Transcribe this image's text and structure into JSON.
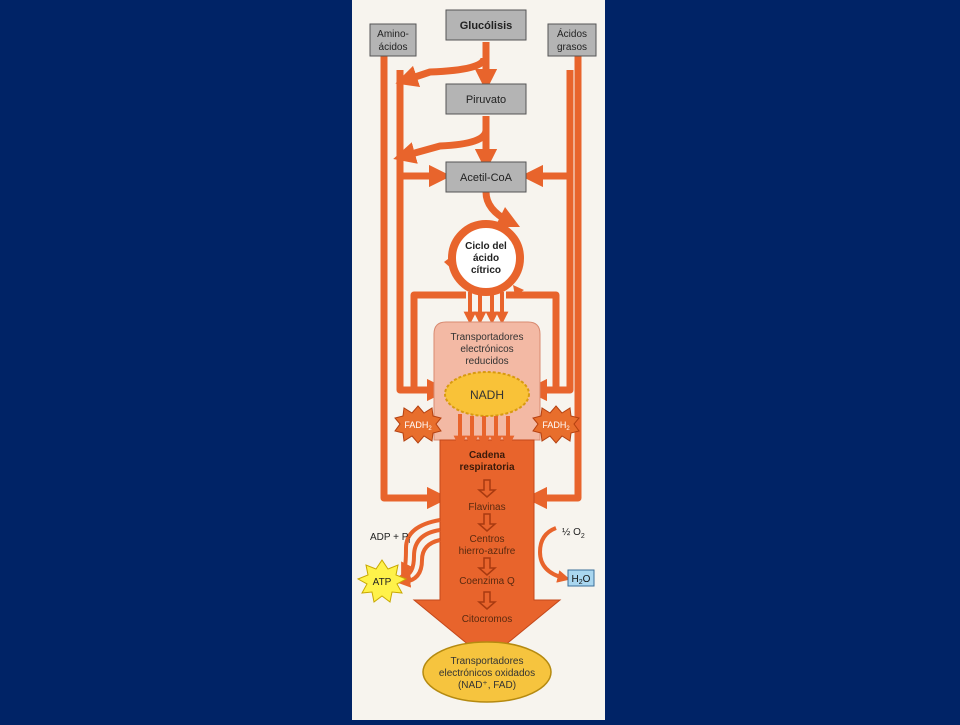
{
  "colors": {
    "background": "#002366",
    "paper": "#f7f4ee",
    "arrow": "#e8642c",
    "arrow_dark": "#c4471a",
    "box_gray": "#b4b4b4",
    "carrier_region": "#f3b9a4",
    "nadh": "#f9c238",
    "fadh": "#e86e2c",
    "atp": "#fff24a",
    "water": "#a9d6ef",
    "oxidized": "#f6c43e"
  },
  "boxes": {
    "glucolisis": "Glucólisis",
    "aminoacidos_1": "Amino-",
    "aminoacidos_2": "ácidos",
    "acidos_grasos_1": "Ácidos",
    "acidos_grasos_2": "grasos",
    "piruvato": "Piruvato",
    "acetil_coa": "Acetil-CoA"
  },
  "cycle": {
    "line1": "Ciclo del",
    "line2": "ácido",
    "line3": "cítrico"
  },
  "carriers_reduced": {
    "line1": "Transportadores",
    "line2": "electrónicos",
    "line3": "reducidos"
  },
  "nadh": "NADH",
  "fadh": "FADH",
  "fadh_sub": "2",
  "chain": {
    "title_1": "Cadena",
    "title_2": "respiratoria",
    "flavinas": "Flavinas",
    "centros_1": "Centros",
    "centros_2": "hierro-azufre",
    "coenzima": "Coenzima Q",
    "citocromos": "Citocromos"
  },
  "adp": {
    "text": "ADP + P",
    "sub": "i"
  },
  "atp": "ATP",
  "oxygen": {
    "text": "½ O",
    "sub": "2"
  },
  "water": {
    "h": "H",
    "sub": "2",
    "o": "O"
  },
  "carriers_oxidized": {
    "line1": "Transportadores",
    "line2": "electrónicos oxidados",
    "line3": "(NAD⁺, FAD)"
  }
}
